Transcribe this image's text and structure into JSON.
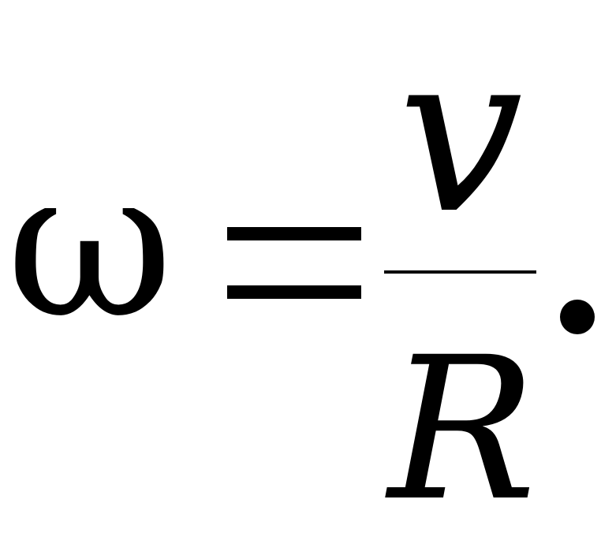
{
  "formula": {
    "lhs": "ω",
    "operator": "=",
    "numerator": "v",
    "denominator": "R",
    "terminal": "."
  }
}
